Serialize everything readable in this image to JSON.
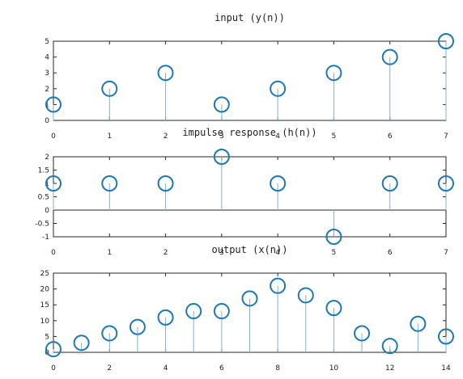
{
  "chart_data": [
    {
      "type": "stem",
      "title": "input (y(n))",
      "x": [
        0,
        1,
        2,
        3,
        4,
        5,
        6,
        7
      ],
      "values": [
        1,
        2,
        3,
        1,
        2,
        3,
        4,
        5
      ],
      "xlim": [
        0,
        7
      ],
      "ylim": [
        0,
        5
      ],
      "xticks": [
        "0",
        "1",
        "2",
        "3",
        "4",
        "5",
        "6",
        "7"
      ],
      "yticks": [
        "0",
        "1",
        "2",
        "3",
        "4",
        "5"
      ],
      "grid": false,
      "color": "#1f77b4"
    },
    {
      "type": "stem",
      "title": "impulse response (h(n))",
      "x": [
        0,
        1,
        2,
        3,
        4,
        5,
        6,
        7
      ],
      "values": [
        1,
        1,
        1,
        2,
        1,
        -1,
        1,
        1
      ],
      "xlim": [
        0,
        7
      ],
      "ylim": [
        -1,
        2
      ],
      "xticks": [
        "0",
        "1",
        "2",
        "3",
        "4",
        "5",
        "6",
        "7"
      ],
      "yticks": [
        "-1",
        "-0.5",
        "0",
        "0.5",
        "1",
        "1.5",
        "2"
      ],
      "grid": false,
      "color": "#1f77b4"
    },
    {
      "type": "stem",
      "title": "output (x(n))",
      "x": [
        0,
        1,
        2,
        3,
        4,
        5,
        6,
        7,
        8,
        9,
        10,
        11,
        12,
        13,
        14
      ],
      "values": [
        1,
        3,
        6,
        8,
        11,
        13,
        13,
        17,
        21,
        18,
        14,
        6,
        2,
        9,
        5
      ],
      "xlim": [
        0,
        14
      ],
      "ylim": [
        0,
        25
      ],
      "xticks": [
        "0",
        "2",
        "4",
        "6",
        "8",
        "10",
        "12",
        "14"
      ],
      "yticks": [
        "0",
        "5",
        "10",
        "15",
        "20",
        "25"
      ],
      "grid": false,
      "color": "#1f77b4"
    }
  ]
}
